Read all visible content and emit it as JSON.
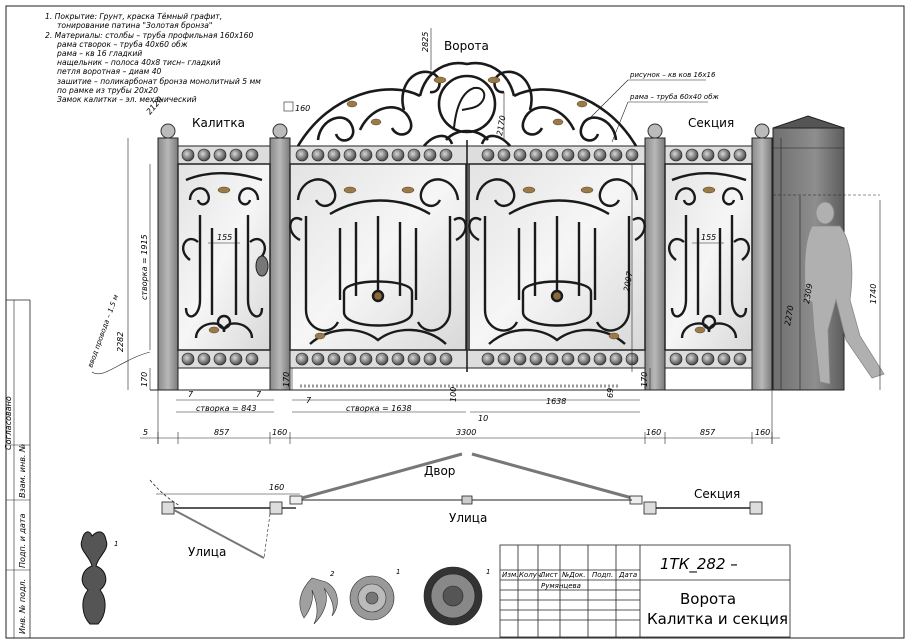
{
  "notes": [
    "1. Покрытие: Грунт, краска Тёмный графит,",
    "тонирование патина \"Золотая бронза\"",
    "2. Материалы: столбы – труба профильная 160х160",
    "рама створок – труба 40х60 обж",
    "рама – кв 16 гладкий",
    "нащельник – полоса 40х8 тисн– гладкий",
    "петля воротная – диам 40",
    "зашитие – поликарбонат бронза монолитный 5 мм",
    "по рамке из трубы 20х20",
    "Замок калитки – эл. механический"
  ],
  "labels": {
    "gate": "Ворота",
    "wicket": "Калитка",
    "section": "Секция",
    "yard": "Двор",
    "street": "Улица",
    "street2": "Улица",
    "section_plan": "Секция"
  },
  "callouts": {
    "pattern": "рисунок – кв ков 16х16",
    "frame": "рама – труба 60х40 обж",
    "wire": "ввод провода – 1.5 м"
  },
  "dims": {
    "d2825": "2825",
    "d160_box": "160",
    "d2170": "2170",
    "d155a": "155",
    "d155b": "155",
    "d1915": "створка = 1915",
    "d2097": "2097",
    "d2309": "2309",
    "d2270": "2270",
    "d1740": "1740",
    "d2282": "2282",
    "d170a": "170",
    "d170b": "170",
    "d170c": "170",
    "d100": "100",
    "d69": "69",
    "d7a": "7",
    "d7b": "7",
    "d7c": "7",
    "d843": "створка = 843",
    "d1638": "створка = 1638",
    "d1638b": "1638",
    "d10": "10",
    "d5": "5",
    "d857a": "857",
    "d160a": "160",
    "d3300": "3300",
    "d160b": "160",
    "d857b": "857",
    "d160c": "160",
    "d160plan": "160",
    "d2120": "2120"
  },
  "side_stamp": {
    "agreed": "Согласовано",
    "inv_sub": "Взам. инв. №",
    "sign_date": "Подп. и дата",
    "inv_orig": "Инв. № подл."
  },
  "title_block": {
    "code": "1ТК_282 –",
    "title_line1": "Ворота",
    "title_line2": "Калитка и секция",
    "author": "Румянцева",
    "cols": [
      "Изм.",
      "Колуч.",
      "Лист",
      "№Док.",
      "Подп.",
      "Дата"
    ]
  },
  "parts": {
    "p1": "1",
    "p2": "2",
    "p3": "1",
    "p4": "1"
  }
}
